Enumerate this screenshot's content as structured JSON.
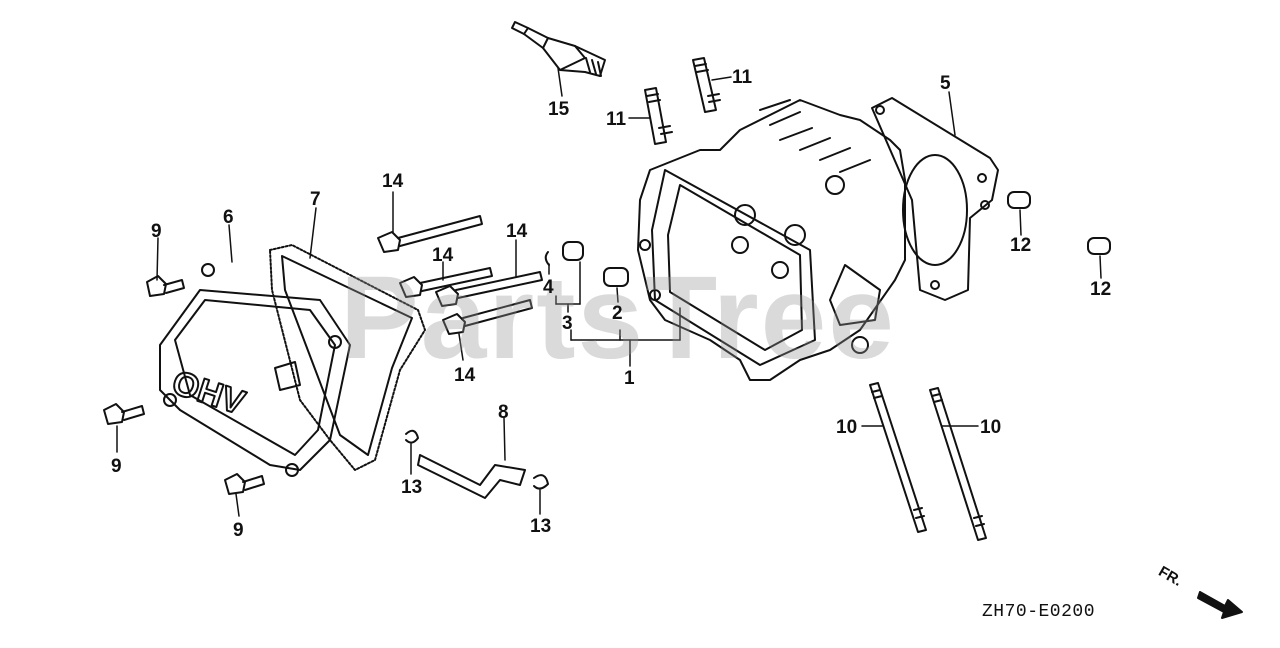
{
  "diagram": {
    "type": "exploded-parts-view",
    "watermark": "PartsTree",
    "drawing_code": "ZH70-E0200",
    "front_marker": "FR."
  },
  "callouts": [
    {
      "id": "c1",
      "label": "1"
    },
    {
      "id": "c2",
      "label": "2"
    },
    {
      "id": "c3",
      "label": "3"
    },
    {
      "id": "c4",
      "label": "4"
    },
    {
      "id": "c5",
      "label": "5"
    },
    {
      "id": "c6",
      "label": "6"
    },
    {
      "id": "c7",
      "label": "7"
    },
    {
      "id": "c8",
      "label": "8"
    },
    {
      "id": "c9a",
      "label": "9"
    },
    {
      "id": "c9b",
      "label": "9"
    },
    {
      "id": "c9c",
      "label": "9"
    },
    {
      "id": "c10a",
      "label": "10"
    },
    {
      "id": "c10b",
      "label": "10"
    },
    {
      "id": "c11a",
      "label": "11"
    },
    {
      "id": "c11b",
      "label": "11"
    },
    {
      "id": "c12a",
      "label": "12"
    },
    {
      "id": "c12b",
      "label": "12"
    },
    {
      "id": "c13a",
      "label": "13"
    },
    {
      "id": "c13b",
      "label": "13"
    },
    {
      "id": "c14a",
      "label": "14"
    },
    {
      "id": "c14b",
      "label": "14"
    },
    {
      "id": "c14c",
      "label": "14"
    },
    {
      "id": "c14d",
      "label": "14"
    },
    {
      "id": "c15",
      "label": "15"
    }
  ]
}
